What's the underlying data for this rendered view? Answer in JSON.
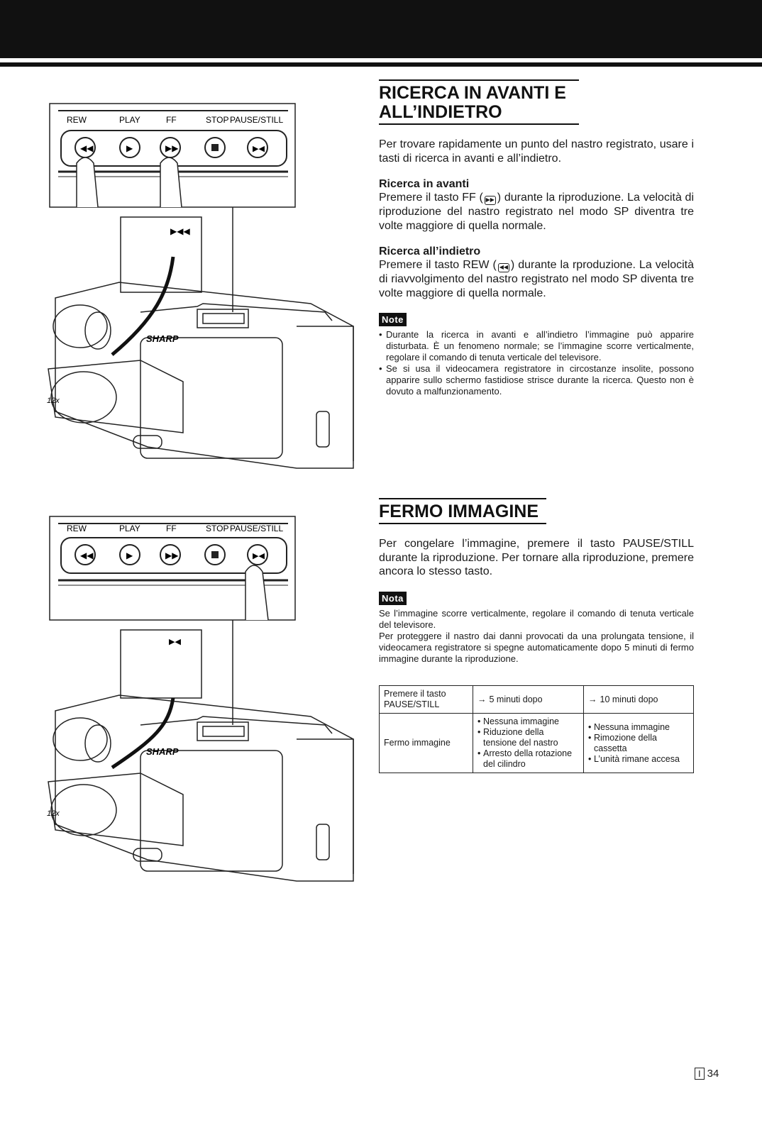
{
  "section1": {
    "heading_line1": "RICERCA IN AVANTI E",
    "heading_line2": "ALL’INDIETRO",
    "intro": "Per trovare rapidamente un punto del nastro registrato, usare i tasti di ricerca in avanti e all’indietro.",
    "forward": {
      "title": "Ricerca in avanti",
      "text_pre": "Premere il tasto FF (",
      "glyph": "▶▶",
      "text_post": ") durante la riproduzione. La velocità di riproduzione del nastro registrato nel modo SP diventra tre volte maggiore di quella normale."
    },
    "reverse": {
      "title": "Ricerca all’indietro",
      "text_pre": "Premere il tasto REW (",
      "glyph": "◀◀",
      "text_post": ") durante la rproduzione. La velocità di riavvolgimento del nastro registrato nel modo SP diventa tre volte maggiore di quella normale."
    },
    "note_label": "Note",
    "notes": [
      "Durante la ricerca in avanti e all’indietro l’immagine può apparire disturbata. È un fenomeno normale; se l’immagine scorre verticalmente, regolare il comando di tenuta verticale del televisore.",
      "Se si usa il videocamera registratore in circostanze insolite, possono apparire sullo schermo fastidiose strisce durante la ricerca. Questo non è dovuto a malfunzionamento."
    ]
  },
  "section2": {
    "heading": "FERMO IMMAGINE",
    "intro": "Per congelare l’immagine, premere il tasto PAUSE/STILL durante la riproduzione. Per tornare alla riproduzione, premere ancora lo stesso tasto.",
    "note_label": "Nota",
    "note1": "Se l’immagine scorre verticalmente, regolare il comando di tenuta verticale del televisore.",
    "note2": "Per proteggere il nastro dai danni provocati da una prolungata tensione, il videocamera registratore si spegne automaticamente dopo 5 minuti di fermo immagine durante la riproduzione."
  },
  "table": {
    "r1c1": "Premere il tasto PAUSE/STILL",
    "r1c2": "5 minuti dopo",
    "r1c3": "10 minuti dopo",
    "r2c1": "Fermo immagine",
    "r2c2": [
      "Nessuna immagine",
      "Riduzione della tensione del nastro",
      "Arresto della rotazione del cilindro"
    ],
    "r2c3": [
      "Nessuna immagine",
      "Rimozione della cassetta",
      "L’unità rimane accesa"
    ]
  },
  "figure": {
    "labels": [
      "REW",
      "PLAY",
      "FF",
      "STOP",
      "PAUSE/STILL"
    ],
    "brand": "SHARP",
    "zoom": "12x",
    "screen1_symbol": "▶◀◀",
    "screen2_symbol": "▶◀"
  },
  "page": {
    "section_letter": "I",
    "number": "34"
  }
}
